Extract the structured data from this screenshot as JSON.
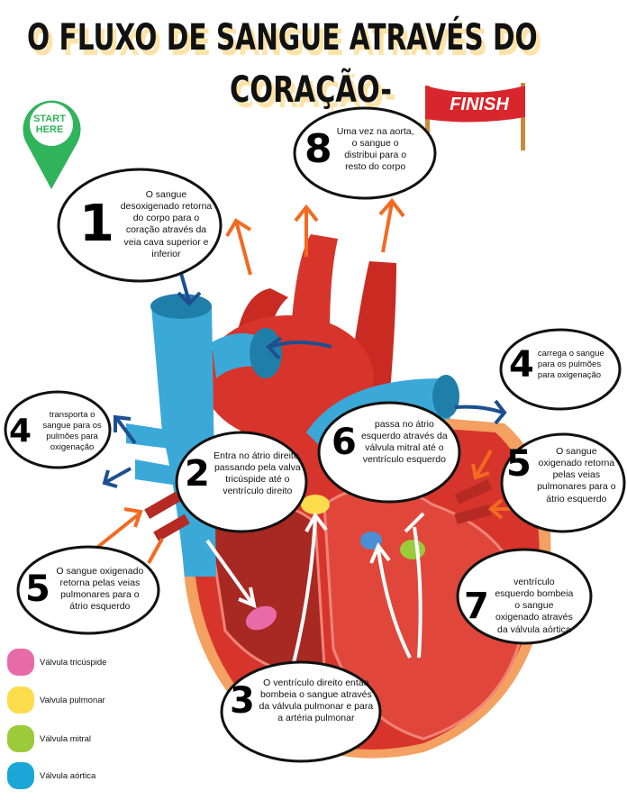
{
  "title": {
    "line1": "O FLUXO DE SANGUE ATRAVÉS DO",
    "line2": "CORAÇÃO-"
  },
  "start_pin": {
    "label_line1": "START",
    "label_line2": "HERE"
  },
  "finish_banner": {
    "label": "FINISH"
  },
  "steps": [
    {
      "number": "1",
      "text": "O sangue desoxigenado retorna do corpo para o coração através da veia cava superior e inferior"
    },
    {
      "number": "2",
      "text": "Entra no átrio direito, passando pela valva tricúspide até o ventrículo direito"
    },
    {
      "number": "3",
      "text": "O ventrículo direito então bombeia o sangue através da válvula pulmonar e para a artéria pulmonar"
    },
    {
      "number": "4",
      "text": "transporta o sangue para os pulmões para oxigenação"
    },
    {
      "number": "4",
      "text": "carrega o sangue para os pulmões para oxigenação"
    },
    {
      "number": "5",
      "text": "O sangue oxigenado retorna pelas veias pulmonares para o átrio esquerdo"
    },
    {
      "number": "5",
      "text": "O sangue oxigenado retorna pelas veias pulmonares para o átrio esquerdo"
    },
    {
      "number": "6",
      "text": "passa no átrio esquerdo através da válvula mitral até o ventrículo esquerdo"
    },
    {
      "number": "7",
      "text": "ventrículo esquerdo bombeia o sangue oxigenado através da válvula aórtica"
    },
    {
      "number": "8",
      "text": "Uma vez na aorta, o sangue o distribui para o resto do corpo"
    }
  ],
  "legend": [
    {
      "label": "Válvula tricúspide",
      "color": "#e96aa8"
    },
    {
      "label": "Valvula pulmonar",
      "color": "#fcdc4d"
    },
    {
      "label": "Válvula mitral",
      "color": "#9bcb3b"
    },
    {
      "label": "Válvula aórtica",
      "color": "#1aa7d8"
    }
  ],
  "colors": {
    "green": "#2fb35b",
    "red": "#d7352b",
    "blue": "#3aa9d8",
    "orange": "#f26a21",
    "navy": "#1d4f91"
  }
}
